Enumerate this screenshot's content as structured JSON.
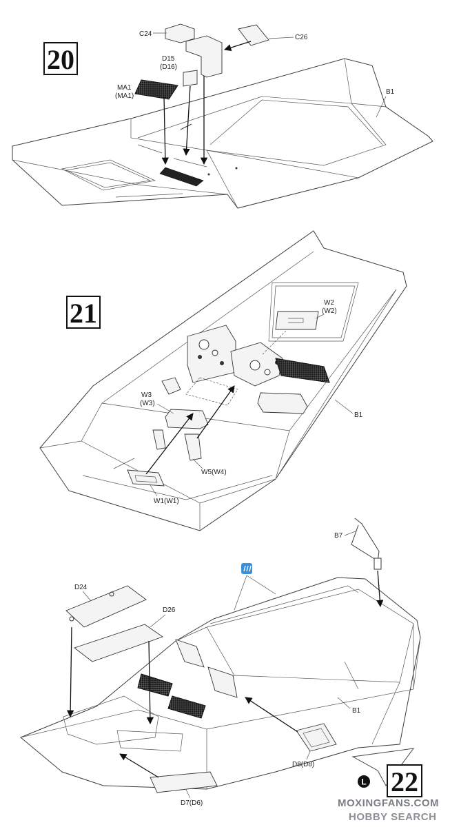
{
  "steps": {
    "step20": {
      "number": "20",
      "labels": [
        "C24",
        "C26",
        "D15",
        "(D16)",
        "MA1",
        "(MA1)",
        "B1"
      ]
    },
    "step21": {
      "number": "21",
      "labels": [
        "W2",
        "(W2)",
        "W3",
        "(W3)",
        "B1",
        "W5(W4)",
        "W1(W1)"
      ]
    },
    "step22": {
      "number": "22",
      "marker": "L",
      "labels": [
        "B7",
        "D24",
        "D26",
        "B1",
        "D8(D8)",
        "D7(D6)"
      ]
    }
  },
  "watermark": {
    "line1": "MOXINGFANS.COM",
    "line2": "HOBBY SEARCH"
  },
  "colors": {
    "line": "#3a3a3a",
    "grille": "#222222",
    "badge_blue": "#3b8fd8",
    "watermark": "#7a7f86"
  }
}
